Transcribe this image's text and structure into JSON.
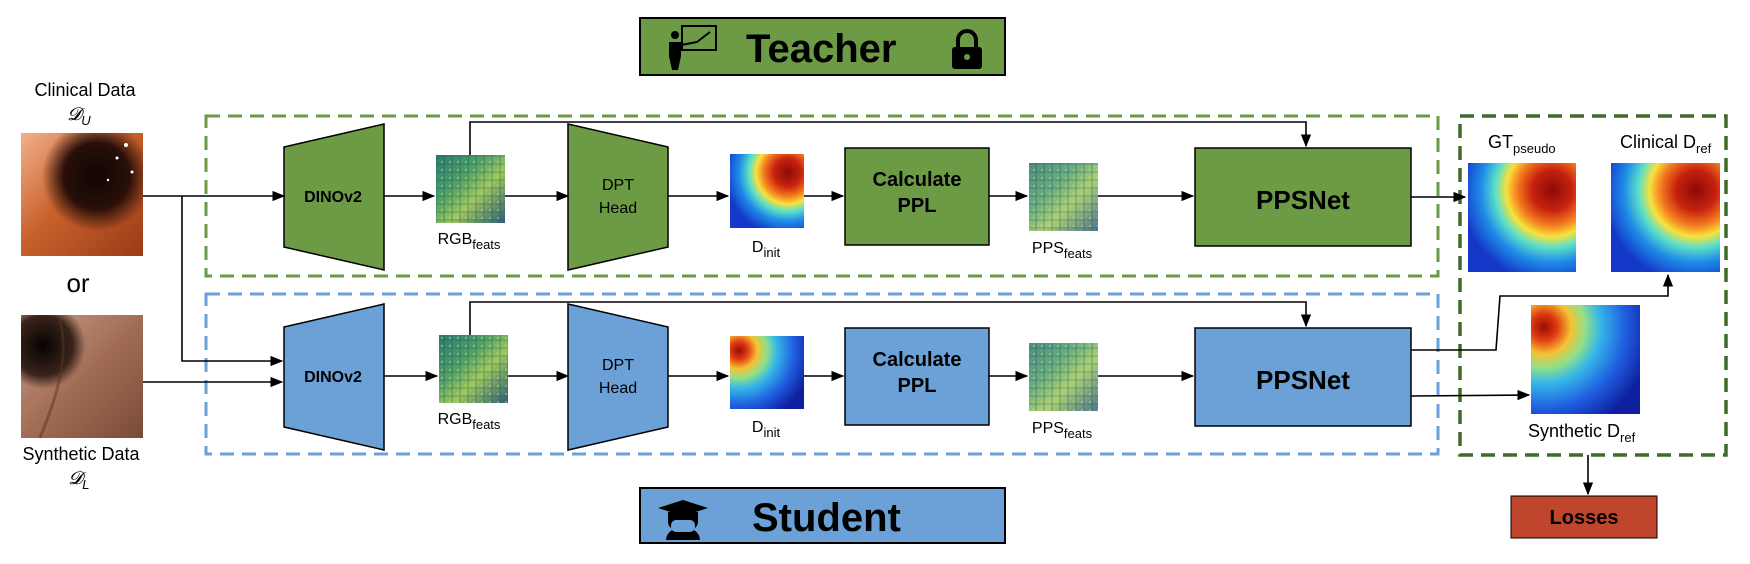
{
  "teacher": {
    "title": "Teacher",
    "icons": [
      "teacher-at-board-icon",
      "lock-icon"
    ]
  },
  "student": {
    "title": "Student",
    "icons": [
      "graduate-student-icon"
    ]
  },
  "inputs": {
    "clinical": {
      "label": "Clinical Data",
      "symbol": "𝓓",
      "subscript": "U"
    },
    "or": "or",
    "synthetic": {
      "label": "Synthetic Data",
      "symbol": "𝓓",
      "subscript": "L"
    }
  },
  "teacher_branch": {
    "encoder": "DINOv2",
    "rgb_feats": {
      "main": "RGB",
      "sub": "feats"
    },
    "head": [
      "DPT",
      "Head"
    ],
    "d_init": {
      "main": "D",
      "sub": "init"
    },
    "ppl": [
      "Calculate",
      "PPL"
    ],
    "pps_feats": {
      "main": "PPS",
      "sub": "feats"
    },
    "net": "PPSNet"
  },
  "student_branch": {
    "encoder": "DINOv2",
    "rgb_feats": {
      "main": "RGB",
      "sub": "feats"
    },
    "head": [
      "DPT",
      "Head"
    ],
    "d_init": {
      "main": "D",
      "sub": "init"
    },
    "ppl": [
      "Calculate",
      "PPL"
    ],
    "pps_feats": {
      "main": "PPS",
      "sub": "feats"
    },
    "net": "PPSNet"
  },
  "outputs": {
    "gt_pseudo": {
      "main": "GT",
      "sub": "pseudo"
    },
    "clinical_dref": {
      "main": "Clinical D",
      "sub": "ref"
    },
    "synthetic_dref": {
      "main": "Synthetic D",
      "sub": "ref"
    }
  },
  "losses": "Losses",
  "colors": {
    "green": "#6c9a45",
    "blue": "#6ba1d6",
    "dark_green": "#3f6b2a",
    "red": "#c0452d"
  }
}
